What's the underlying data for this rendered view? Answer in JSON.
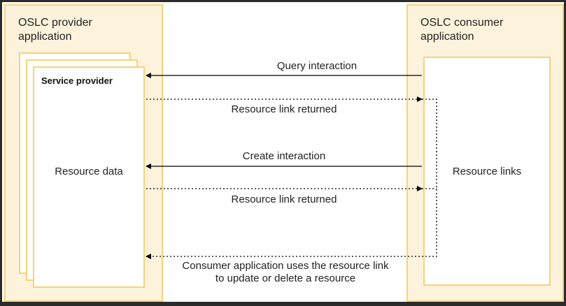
{
  "provider_app": {
    "title": "OSLC provider\napplication"
  },
  "service_provider": {
    "title": "Service provider",
    "body": "Resource data"
  },
  "consumer_app": {
    "title": "OSLC consumer\napplication",
    "panel_label": "Resource links"
  },
  "interactions": [
    {
      "label": "Query interaction",
      "style": "solid",
      "direction": "consumer-to-provider"
    },
    {
      "label": "Resource link returned",
      "style": "dotted",
      "direction": "provider-to-consumer"
    },
    {
      "label": "Create interaction",
      "style": "solid",
      "direction": "consumer-to-provider"
    },
    {
      "label": "Resource link returned",
      "style": "dotted",
      "direction": "provider-to-consumer"
    },
    {
      "label": "Consumer application uses the resource link\nto update or delete a resource",
      "style": "dotted",
      "direction": "consumer-to-provider"
    }
  ],
  "colors": {
    "container_fill": "#fdf3dc",
    "container_border": "#f5d37a",
    "arrow": "#000000"
  }
}
